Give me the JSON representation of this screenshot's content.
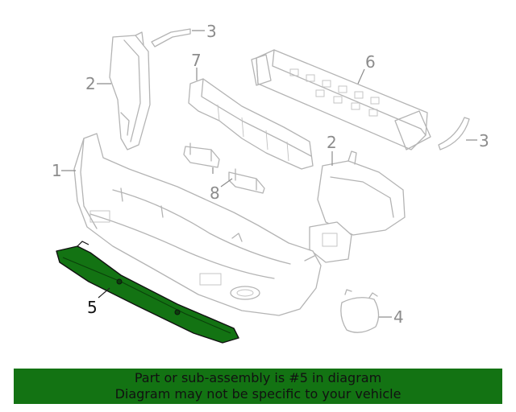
{
  "callouts": {
    "c1": "1",
    "c2a": "2",
    "c2b": "2",
    "c3a": "3",
    "c3b": "3",
    "c4": "4",
    "c5": "5",
    "c6": "6",
    "c7": "7",
    "c8": "8"
  },
  "highlight": {
    "part": "5",
    "color": "#137313"
  },
  "banner": {
    "line1": "Part or sub-assembly is #5 in diagram",
    "line2": "Diagram may not be specific to your vehicle",
    "background": "#137313"
  }
}
